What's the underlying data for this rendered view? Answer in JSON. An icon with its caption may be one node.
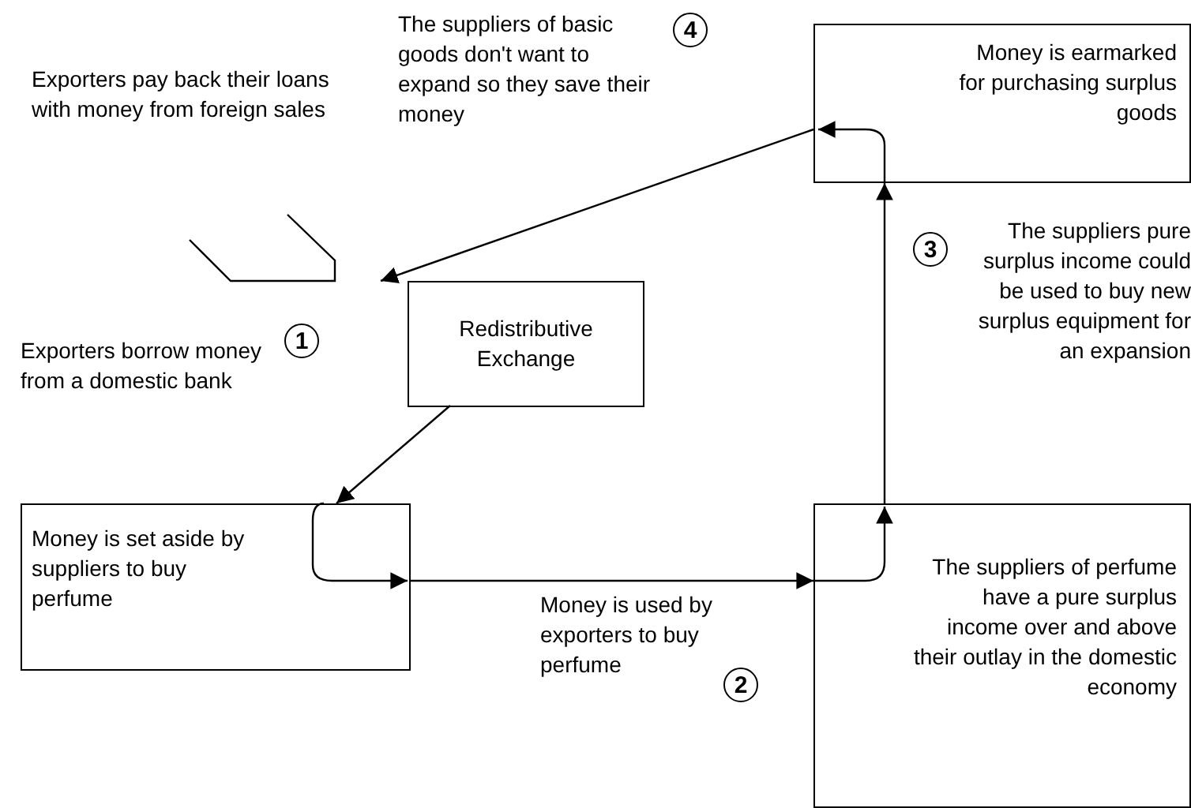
{
  "diagram": {
    "nodes": [
      {
        "text": [
          "Redistributive Exchange"
        ]
      },
      {
        "text": [
          "Money is earmarked for purchasing surplus goods"
        ]
      },
      {
        "text": [
          "Money is set aside by suppliers to buy perfume"
        ]
      },
      {
        "text": [
          "The suppliers of perfume have a pure surplus income over and above their outlay in the domestic economy"
        ]
      }
    ],
    "edges": [
      {
        "from": 1,
        "to": 0,
        "arrow": "to"
      },
      {
        "from": 0,
        "to": 2,
        "arrow": "to"
      },
      {
        "from": 2,
        "to": 3,
        "arrow": "to"
      },
      {
        "from": 3,
        "to": 1,
        "arrow": "to"
      }
    ],
    "labels": [
      "The suppliers of basic goods don't want to expand so they save their money",
      "4",
      "Exporters pay back their loans with money from foreign sales",
      "The suppliers pure surplus income could be used to buy new surplus equipment for an expansion",
      "3",
      "Exporters borrow money from a domestic bank",
      "1",
      "Money is used by exporters to buy perfume",
      "2"
    ]
  }
}
